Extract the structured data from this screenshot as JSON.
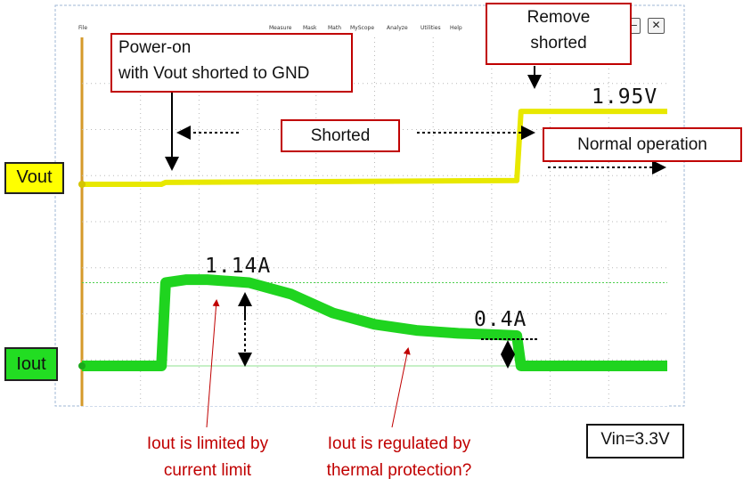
{
  "window": {
    "menu": [
      "File",
      "Measure",
      "Mask",
      "Math",
      "MyScope",
      "Analyze",
      "Utilities",
      "Help"
    ],
    "min_symbol": "—",
    "close_symbol": "✕"
  },
  "labels": {
    "vout": "Vout",
    "iout": "Iout",
    "vin": "Vin=3.3V"
  },
  "callouts": {
    "power_on_line1": "Power-on",
    "power_on_line2": "with Vout shorted to GND",
    "shorted": "Shorted",
    "remove_line1": "Remove",
    "remove_line2": "shorted",
    "normal_operation": "Normal operation"
  },
  "readouts": {
    "vout_after": "1.95V",
    "iout_peak": "1.14A",
    "iout_regulated": "0.4A"
  },
  "notes": {
    "limited_line1": "Iout is limited by",
    "limited_line2": "current limit",
    "regulated_line1": "Iout is regulated by",
    "regulated_line2": "thermal protection?"
  },
  "colors": {
    "vout_trace": "#e8e800",
    "iout_trace": "#1fd41f",
    "grid_dots": "#b8b8b8",
    "callout_border": "#c00000",
    "note_text": "#c00000",
    "vout_label_bg": "#ffff00",
    "iout_label_bg": "#22dd22"
  },
  "chart_data": [
    {
      "type": "line",
      "series": [
        {
          "name": "Vout",
          "x": [
            0,
            1.9,
            2.0,
            10.4,
            10.5,
            14.0
          ],
          "values": [
            0.0,
            0.0,
            0.05,
            0.1,
            1.95,
            1.95
          ]
        },
        {
          "name": "Iout",
          "x": [
            0,
            1.9,
            2.0,
            2.5,
            3.0,
            4.0,
            5.0,
            6.0,
            7.0,
            8.0,
            9.0,
            10.0,
            10.4,
            10.5,
            14.0
          ],
          "values": [
            0.0,
            0.0,
            1.1,
            1.14,
            1.14,
            1.1,
            0.95,
            0.7,
            0.55,
            0.47,
            0.43,
            0.41,
            0.4,
            0.0,
            0.0
          ]
        }
      ]
    }
  ]
}
